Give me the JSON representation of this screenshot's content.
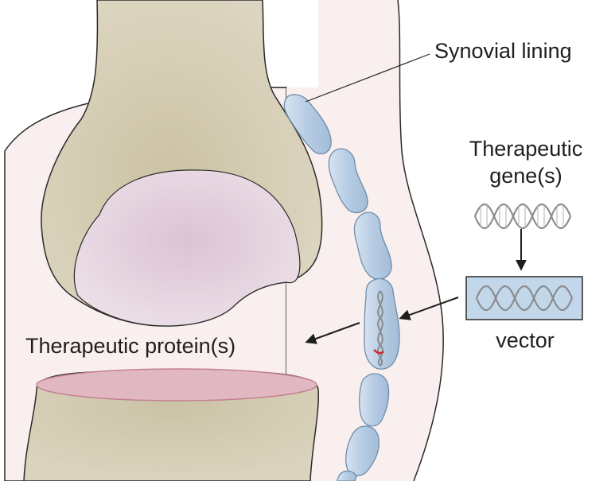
{
  "labels": {
    "synovial_lining": "Synovial lining",
    "therapeutic_gene_line1": "Therapeutic",
    "therapeutic_gene_line2": "gene(s)",
    "vector": "vector",
    "therapeutic_protein": "Therapeutic protein(s)"
  },
  "colors": {
    "background": "#ffffff",
    "soft_tissue": "#f8eceb",
    "bone": "#d6ceb7",
    "cartilage": "#e8d8e3",
    "cartilage_pink": "#dfb0bb",
    "synovial_cell": "#bcd1e6",
    "synovial_cell_outline": "#7f9cb8",
    "vector_box": "#c3d7ea",
    "dna": "#8a8c90",
    "dna_marker": "#cc2a2a",
    "arrow": "#1e1e1e",
    "text": "#1e1e1e"
  }
}
